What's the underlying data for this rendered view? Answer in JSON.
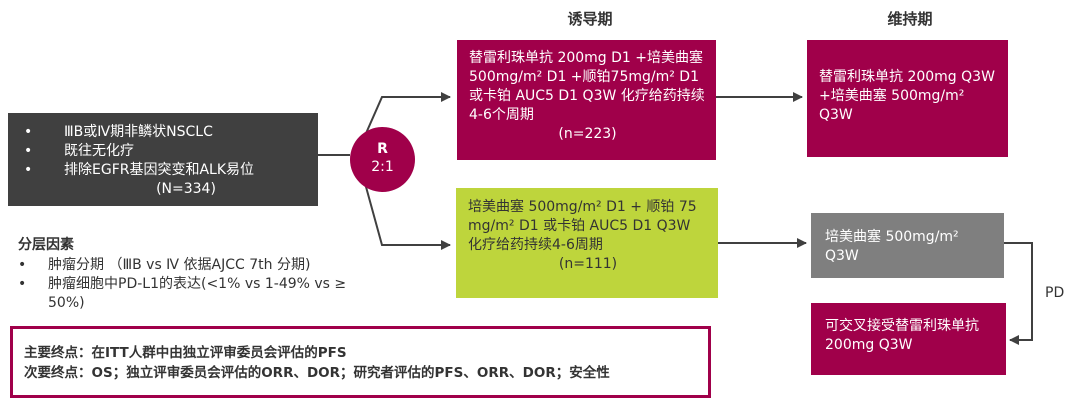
{
  "phases": {
    "induction": "诱导期",
    "maintenance": "维持期"
  },
  "eligibility": {
    "items": [
      "ⅢB或Ⅳ期非鳞状NSCLC",
      "既往无化疗",
      "排除EGFR基因突变和ALK易位"
    ],
    "n": "(N=334)"
  },
  "randomization": {
    "label": "R",
    "ratio": "2:1"
  },
  "stratification": {
    "title": "分层因素",
    "items": [
      "肿瘤分期 （ⅢB vs Ⅳ 依据AJCC 7th 分期)",
      "肿瘤细胞中PD-L1的表达(<1% vs 1-49% vs ≥ 50%)"
    ]
  },
  "arm1": {
    "induction": "替雷利珠单抗 200mg D1 +培美曲塞 500mg/m² D1 +顺铂75mg/m² D1或卡铂 AUC5 D1 Q3W 化疗给药持续4-6个周期",
    "n": "(n=223)",
    "maintenance": "替雷利珠单抗 200mg Q3W +培美曲塞 500mg/m² Q3W"
  },
  "arm2": {
    "induction": "培美曲塞 500mg/m² D1 + 顺铂 75 mg/m² D1 或卡铂 AUC5 D1 Q3W 化疗给药持续4-6周期",
    "n": "(n=111)",
    "maintenance": "培美曲塞 500mg/m² Q3W",
    "pd_label": "PD",
    "crossover": "可交叉接受替雷利珠单抗 200mg Q3W"
  },
  "endpoints": {
    "primary": "主要终点：在ITT人群中由独立评审委员会评估的PFS",
    "secondary": "次要终点：OS；独立评审委员会评估的ORR、DOR；研究者评估的PFS、ORR、DOR；安全性"
  },
  "colors": {
    "magenta": "#a0004a",
    "green": "#bed53c",
    "dark": "#404040",
    "gray": "#7f7f7f"
  }
}
